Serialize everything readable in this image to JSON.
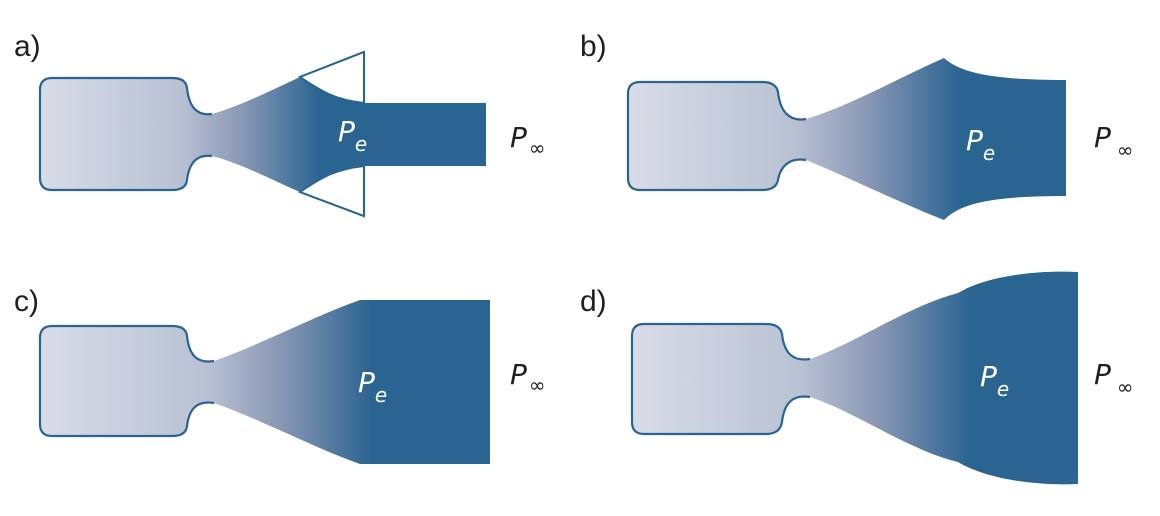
{
  "panels": [
    {
      "label": "a)",
      "exit_pressure_symbol": "P",
      "exit_pressure_subscript": "e",
      "ambient_pressure_symbol": "P",
      "ambient_pressure_subscript": "∞"
    },
    {
      "label": "b)",
      "exit_pressure_symbol": "P",
      "exit_pressure_subscript": "e",
      "ambient_pressure_symbol": "P",
      "ambient_pressure_subscript": "∞"
    },
    {
      "label": "c)",
      "exit_pressure_symbol": "P",
      "exit_pressure_subscript": "e",
      "ambient_pressure_symbol": "P",
      "ambient_pressure_subscript": "∞"
    },
    {
      "label": "d)",
      "exit_pressure_symbol": "P",
      "exit_pressure_subscript": "e",
      "ambient_pressure_symbol": "P",
      "ambient_pressure_subscript": "∞"
    }
  ],
  "colors": {
    "chamber_light": "#d6dbe6",
    "flow_dark": "#2a6491",
    "outline": "#2a6491",
    "text": "#231f20"
  }
}
